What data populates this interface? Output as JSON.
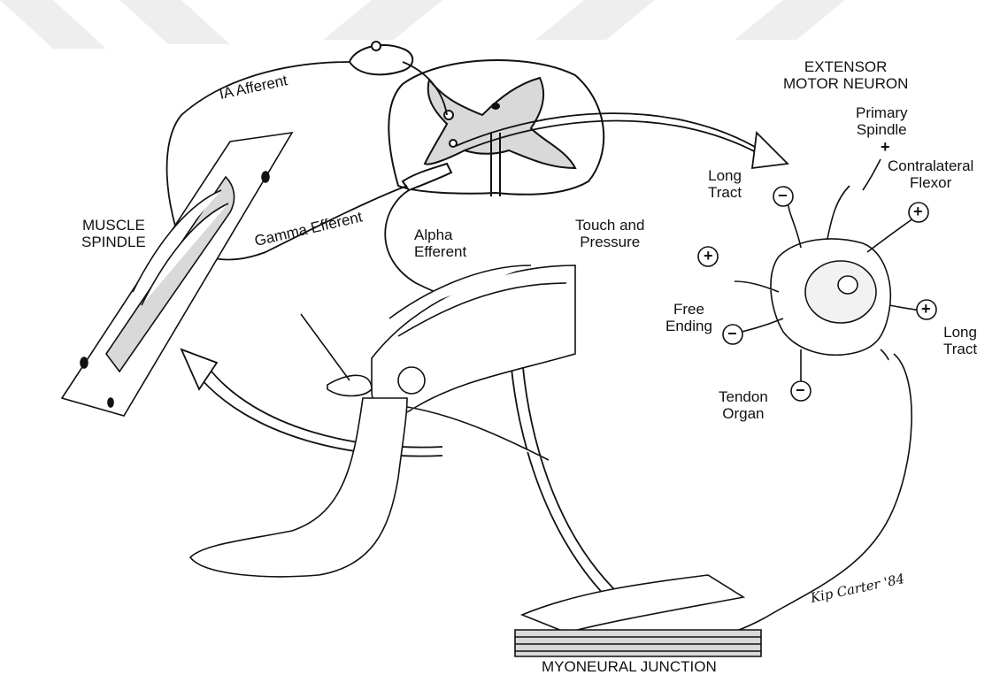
{
  "labels": {
    "ia_afferent": "IA Afferent",
    "gamma_efferent": "Gamma Efferent",
    "alpha_efferent": "Alpha\nEfferent",
    "muscle_spindle": "MUSCLE\nSPINDLE",
    "extensor_motor_neuron": "EXTENSOR\nMOTOR NEURON",
    "primary_spindle": "Primary\nSpindle",
    "plus_sign": "+",
    "contralateral_flexor": "Contralateral\nFlexor",
    "long_tract_top": "Long\nTract",
    "touch_and_pressure": "Touch and\nPressure",
    "free_ending": "Free\nEnding",
    "long_tract_right": "Long\nTract",
    "tendon_organ": "Tendon\nOrgan",
    "myoneural_junction": "MYONEURAL JUNCTION"
  },
  "synapse_signs": {
    "long_tract_top": "−",
    "contralateral_flexor": "+",
    "touch_and_pressure": "+",
    "free_ending": "−",
    "long_tract_right": "+",
    "tendon_organ": "−"
  },
  "signature": "Kip Carter '84",
  "colors": {
    "ink": "#111111",
    "stipple": "#d9d9d9",
    "banner": "#eeeeee"
  }
}
